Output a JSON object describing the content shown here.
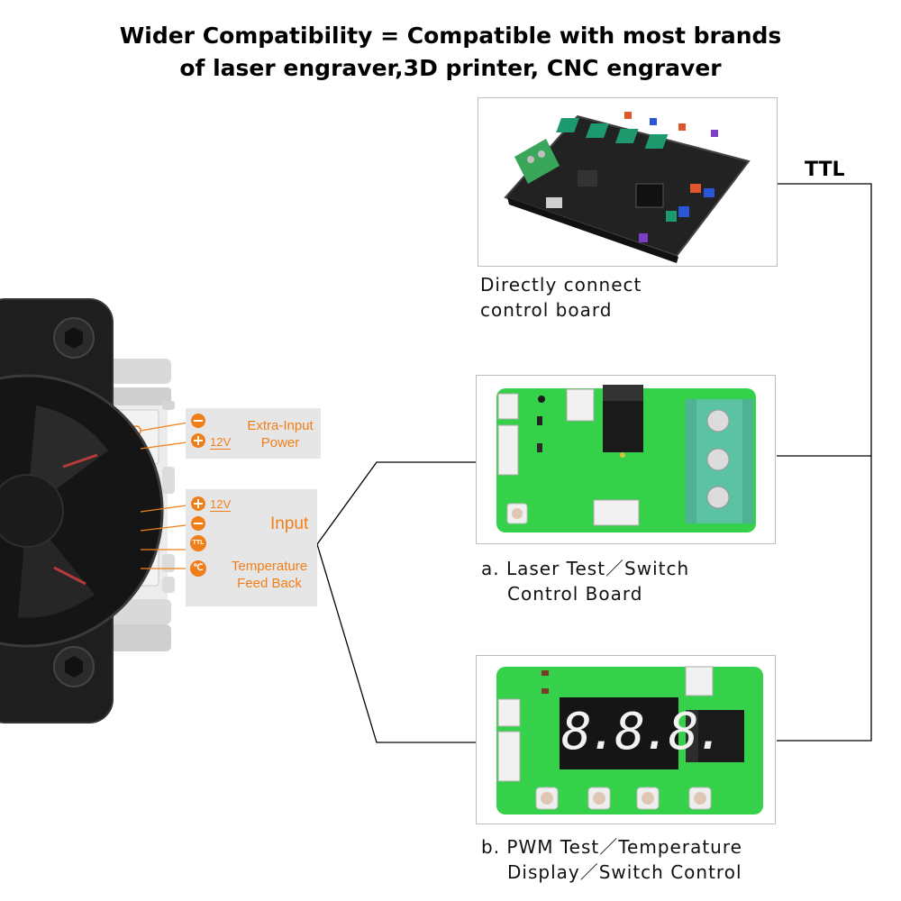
{
  "header": {
    "line1": "Wider Compatibility = Compatible with most brands",
    "line2": "of laser engraver,3D printer, CNC engraver"
  },
  "connection": {
    "ttl_label": "TTL"
  },
  "boards": [
    {
      "caption_line1": "Directly connect",
      "caption_line2": "control board"
    },
    {
      "caption_line1": "a. Laser Test／Switch",
      "caption_line2": "Control Board"
    },
    {
      "caption_line1": "b. PWM Test／Temperature",
      "caption_line2": "Display／Switch Control"
    }
  ],
  "module": {
    "power_label_line1": "Extra-Input",
    "power_label_line2": "Power",
    "power_voltage": "12V",
    "input_label": "Input",
    "input_voltage": "12V",
    "ttl_icon": "TTL",
    "temp_icon": "℃",
    "temp_label_line1": "Temperature",
    "temp_label_line2": "Feed Back"
  },
  "display": {
    "digits": "8.8.8."
  },
  "colors": {
    "accent_orange": "#f07f1a",
    "pcb_green": "#36d14a",
    "terminal_teal": "#5bc2a4",
    "dark_housing": "#1e1e1e"
  }
}
